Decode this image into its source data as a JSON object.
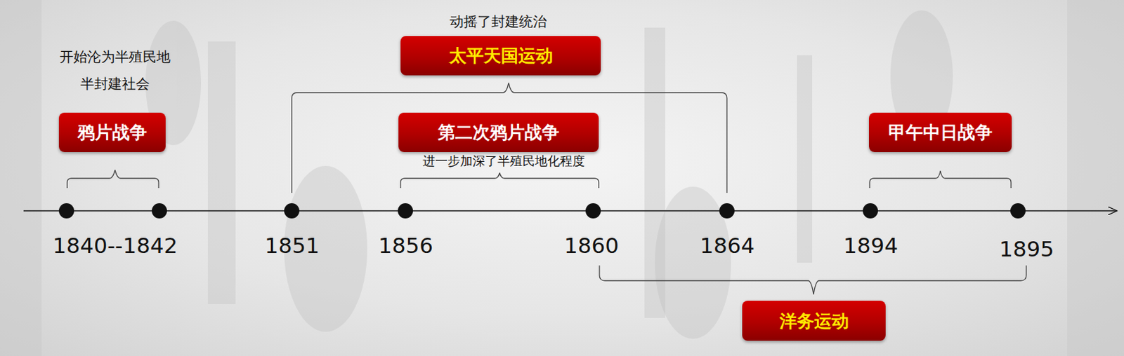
{
  "diagram": {
    "nodes": [
      {
        "text": [
          "鸦片战争"
        ]
      },
      {
        "text": [
          "太平天国运动"
        ]
      },
      {
        "text": [
          "第二次鸦片战争"
        ]
      },
      {
        "text": [
          "甲午中日战争"
        ]
      },
      {
        "text": [
          "洋务运动"
        ]
      }
    ],
    "labels": [
      "开始沦为半殖民地 半封建社会",
      "动摇了封建统治",
      "进一步加深了半殖民地化程度",
      "1840--1842",
      "1851",
      "1856",
      "1860",
      "1864",
      "1894",
      "1895"
    ]
  }
}
